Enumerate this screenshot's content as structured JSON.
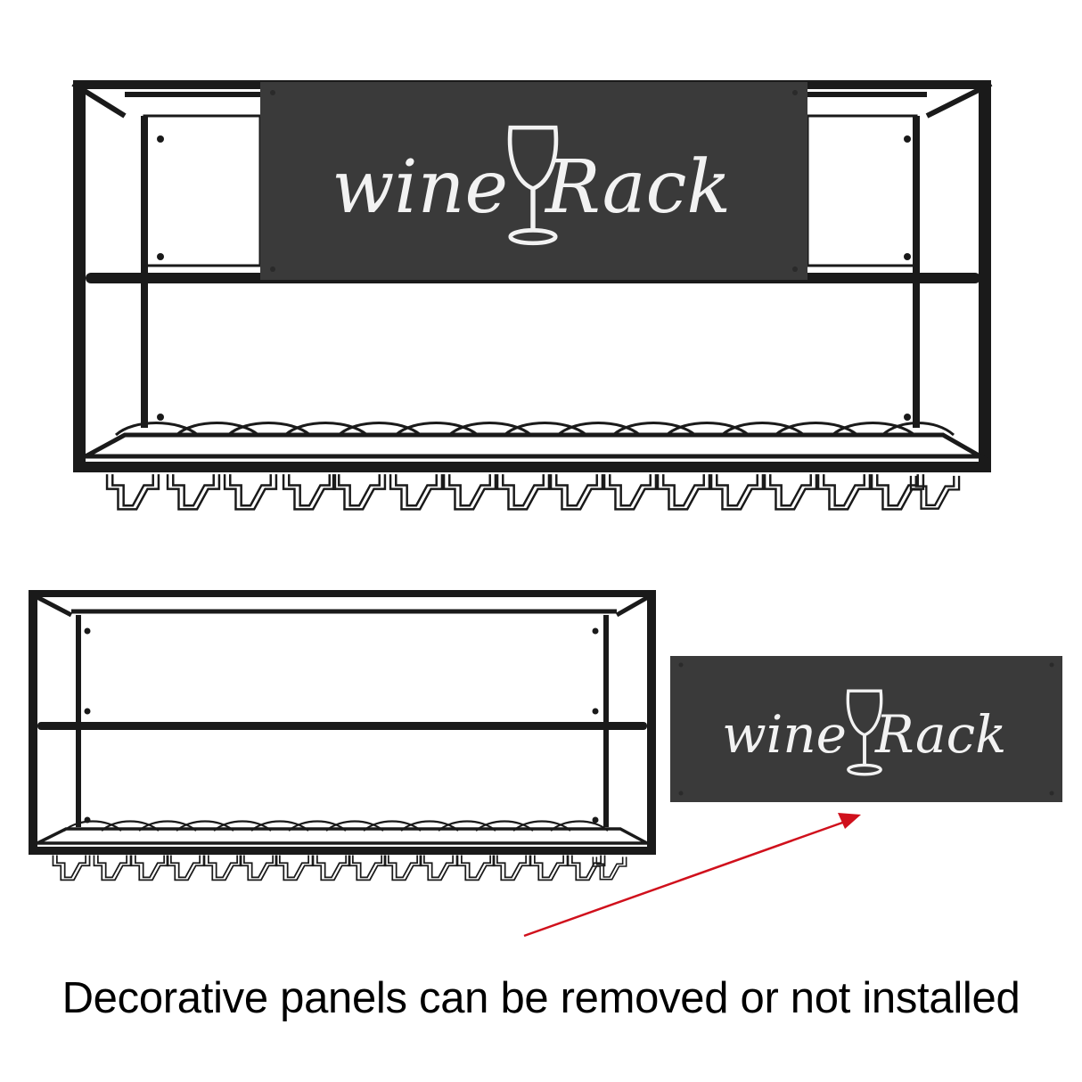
{
  "logo": {
    "word_left": "wine",
    "word_right": "Rack"
  },
  "caption": "Decorative panels can be removed or not installed",
  "colors": {
    "frame": "#1a1a1a",
    "panel": "#3a3a3a",
    "logo": "#f2f2f2",
    "arrow": "#d0101c",
    "caption": "#000000"
  },
  "icons": [
    "wine-glass-icon"
  ]
}
